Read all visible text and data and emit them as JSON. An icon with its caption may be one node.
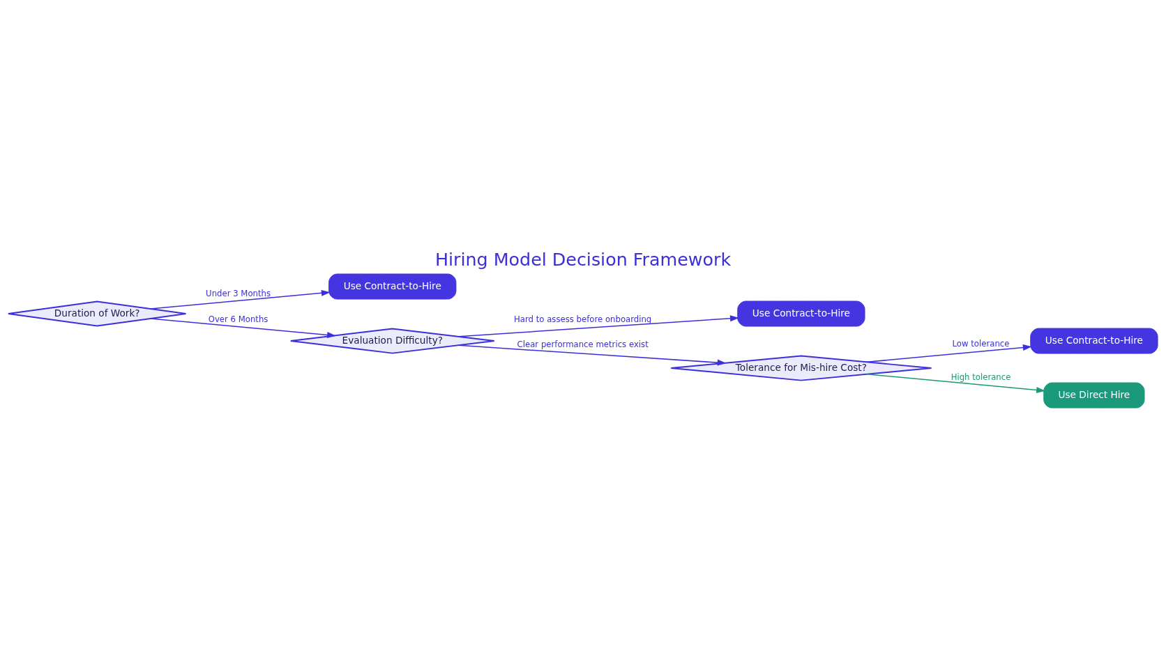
{
  "diagram": {
    "title": "Hiring Model Decision Framework",
    "nodes": [
      {
        "text": [
          "Duration of Work?"
        ]
      },
      {
        "text": [
          "Use Contract-to-Hire"
        ]
      },
      {
        "text": [
          "Evaluation Difficulty?"
        ]
      },
      {
        "text": [
          "Use Contract-to-Hire"
        ]
      },
      {
        "text": [
          "Tolerance for Mis-hire Cost?"
        ]
      },
      {
        "text": [
          "Use Contract-to-Hire"
        ]
      },
      {
        "text": [
          "Use Direct Hire"
        ]
      }
    ],
    "edges": [
      {
        "from": 0,
        "to": 1,
        "arrow": "to",
        "label": "Under 3 Months"
      },
      {
        "from": 0,
        "to": 2,
        "arrow": "to",
        "label": "Over 6 Months"
      },
      {
        "from": 2,
        "to": 3,
        "arrow": "to",
        "label": "Hard to assess before onboarding"
      },
      {
        "from": 2,
        "to": 4,
        "arrow": "to",
        "label": "Clear performance metrics exist"
      },
      {
        "from": 4,
        "to": 5,
        "arrow": "to",
        "label": "Low tolerance"
      },
      {
        "from": 4,
        "to": 6,
        "arrow": "to",
        "label": "High tolerance",
        "color": "#1a9a7a"
      }
    ]
  }
}
